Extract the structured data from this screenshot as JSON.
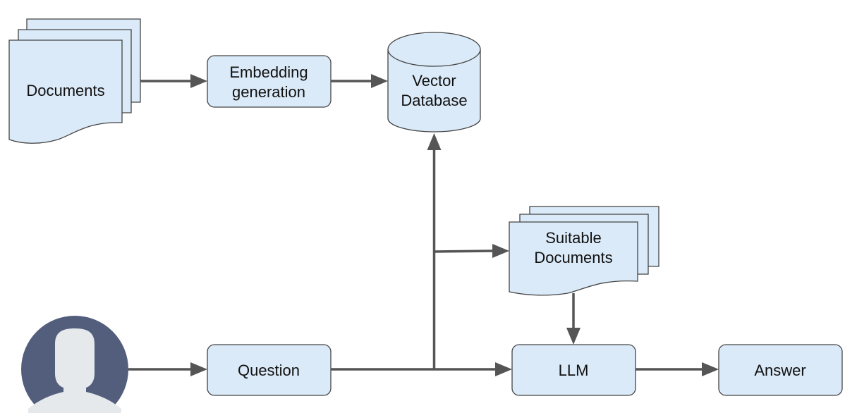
{
  "diagram": {
    "nodes": {
      "documents": {
        "label": "Documents"
      },
      "embedding": {
        "line1": "Embedding",
        "line2": "generation"
      },
      "vector_db": {
        "line1": "Vector",
        "line2": "Database"
      },
      "suitable_docs": {
        "line1": "Suitable",
        "line2": "Documents"
      },
      "question": {
        "label": "Question"
      },
      "llm": {
        "label": "LLM"
      },
      "answer": {
        "label": "Answer"
      }
    },
    "icons": {
      "user": "user-avatar-icon"
    },
    "colors": {
      "node_fill": "#dbeaf8",
      "node_stroke": "#444444",
      "edge": "#555555",
      "avatar_bg": "#525e7c",
      "avatar_person": "#e5e9eb"
    }
  }
}
